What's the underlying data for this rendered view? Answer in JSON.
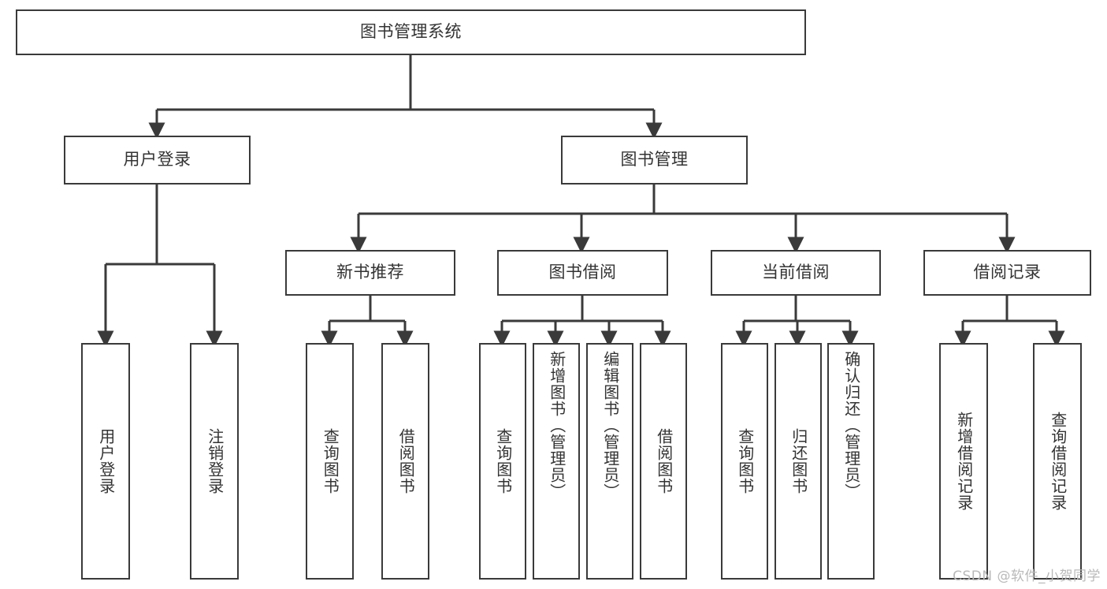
{
  "diagram": {
    "title": "图书管理系统",
    "type": "tree-hierarchy-chart",
    "background_color": "#ffffff",
    "box_border_color": "#3a3a3a",
    "text_color": "#333333",
    "connector_color": "#3a3a3a"
  },
  "nodes": {
    "root": {
      "label": "图书管理系统"
    },
    "level1": [
      {
        "id": "user-login",
        "label": "用户登录"
      },
      {
        "id": "book-manage",
        "label": "图书管理"
      }
    ],
    "level2": [
      {
        "id": "new-book-recommend",
        "label": "新书推荐"
      },
      {
        "id": "book-borrow",
        "label": "图书借阅"
      },
      {
        "id": "current-borrow",
        "label": "当前借阅"
      },
      {
        "id": "borrow-record",
        "label": "借阅记录"
      }
    ],
    "leaves": {
      "user_login": [
        {
          "id": "leaf-user-login",
          "label": "用户登录"
        },
        {
          "id": "leaf-logout-login",
          "label": "注销登录"
        }
      ],
      "new_book_recommend": [
        {
          "id": "leaf-query-book-1",
          "label": "查询图书"
        },
        {
          "id": "leaf-borrow-book-1",
          "label": "借阅图书"
        }
      ],
      "book_borrow": [
        {
          "id": "leaf-query-book-2",
          "label": "查询图书"
        },
        {
          "id": "leaf-add-book",
          "label": "新增图书（管理员）"
        },
        {
          "id": "leaf-edit-book",
          "label": "编辑图书（管理员）"
        },
        {
          "id": "leaf-borrow-book-2",
          "label": "借阅图书"
        }
      ],
      "current_borrow": [
        {
          "id": "leaf-query-book-3",
          "label": "查询图书"
        },
        {
          "id": "leaf-return-book",
          "label": "归还图书"
        },
        {
          "id": "leaf-confirm-return",
          "label": "确认归还（管理员）"
        }
      ],
      "borrow_record": [
        {
          "id": "leaf-add-record",
          "label": "新增借阅记录"
        },
        {
          "id": "leaf-query-record",
          "label": "查询借阅记录"
        }
      ]
    }
  },
  "watermark": {
    "text": "CSDN @软件_小贺同学"
  }
}
